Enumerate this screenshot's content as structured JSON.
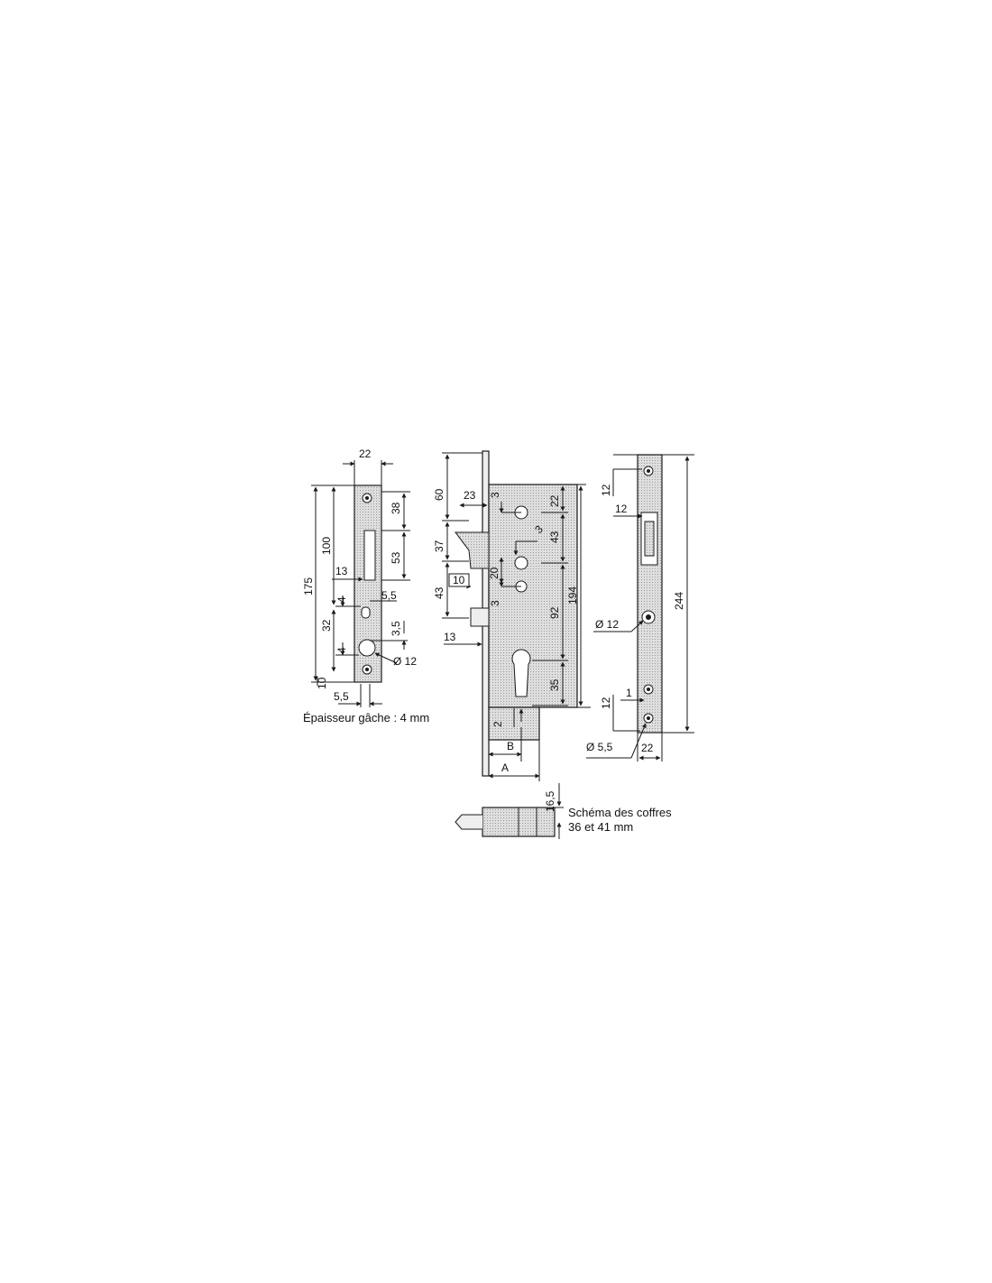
{
  "colors": {
    "ink": "#1a1a1a",
    "plate_fill": "#d8d8d8",
    "body_fill": "#dcdcdc",
    "background": "#ffffff"
  },
  "strike_plate": {
    "width": "22",
    "height_total": "175",
    "height_a": "100",
    "top_to_slot": "38",
    "slot_length": "53",
    "offset_13": "13",
    "dim_4_top": "4",
    "hole_5_5": "5,5",
    "dim_32": "32",
    "dim_3_5": "3,5",
    "dim_4_bottom": "4",
    "hole_12": "Ø 12",
    "dim_10": "10",
    "bottom_5_5": "5,5",
    "thickness_note": "Épaisseur gâche : 4 mm"
  },
  "lock_case": {
    "dim_60": "60",
    "dim_23": "23",
    "dim_37": "37",
    "dim_43_left": "43",
    "dim_10": "10",
    "dim_13": "13",
    "dim_3_a": "3",
    "dim_3_b": "3",
    "dim_3_c": "3",
    "dim_20": "20",
    "dim_22": "22",
    "dim_43_right": "43",
    "dim_194": "194",
    "dim_92": "92",
    "dim_35": "35",
    "dim_2": "2",
    "dim_B": "B",
    "dim_A": "A"
  },
  "faceplate": {
    "dim_12_top": "12",
    "dim_12_slot": "12",
    "dim_244": "244",
    "hole_12": "Ø 12",
    "dim_12_bottom": "12",
    "dim_1": "1",
    "hole_5_5": "Ø 5,5",
    "width": "22"
  },
  "side_view": {
    "dim_16_5": "16,5",
    "caption_line1": "Schéma des coffres",
    "caption_line2": "36 et 41 mm"
  }
}
